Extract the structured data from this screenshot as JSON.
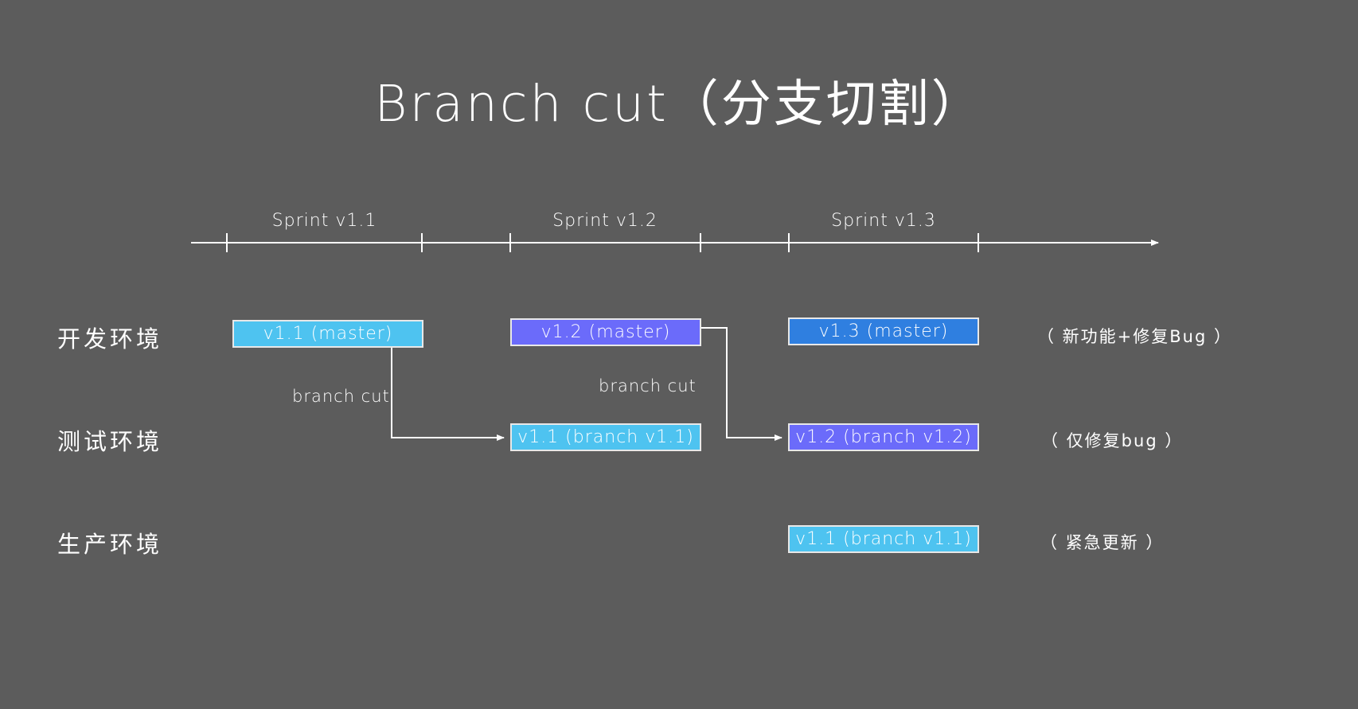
{
  "page": {
    "background_color": "#5c5c5c",
    "title": "Branch cut（分支切割）"
  },
  "timeline": {
    "axis_color": "#ffffff",
    "sprints": [
      {
        "label": "Sprint v1.1"
      },
      {
        "label": "Sprint v1.2"
      },
      {
        "label": "Sprint v1.3"
      }
    ]
  },
  "rows": [
    {
      "label": "开发环境",
      "note": "（ 新功能+修复Bug ）",
      "boxes": [
        {
          "text": "v1.1 (master)",
          "color": "#4ec3f0"
        },
        {
          "text": "v1.2 (master)",
          "color": "#6b6bfa"
        },
        {
          "text": "v1.3 (master)",
          "color": "#2f7fe0"
        }
      ]
    },
    {
      "label": "测试环境",
      "note": "（ 仅修复bug ）",
      "boxes": [
        {
          "text": "v1.1 (branch v1.1)",
          "color": "#4ec3f0"
        },
        {
          "text": "v1.2 (branch v1.2)",
          "color": "#6b6bfa"
        }
      ]
    },
    {
      "label": "生产环境",
      "note": "（ 紧急更新 ）",
      "boxes": [
        {
          "text": "v1.1 (branch v1.1)",
          "color": "#4ec3f0"
        }
      ]
    }
  ],
  "connectors": [
    {
      "label": "branch cut"
    },
    {
      "label": "branch cut"
    }
  ]
}
